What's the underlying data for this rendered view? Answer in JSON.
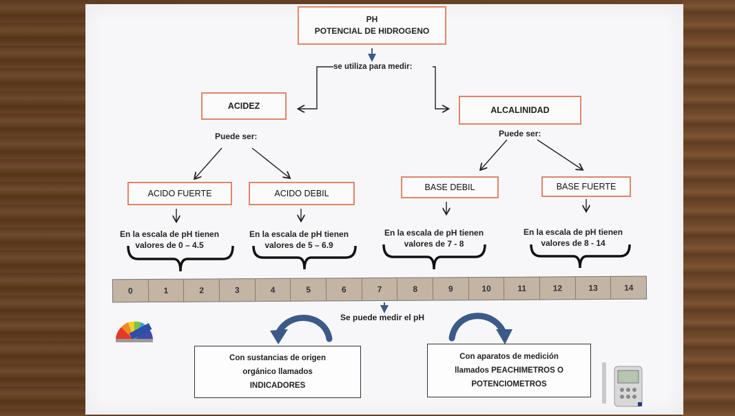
{
  "title": {
    "line1": "PH",
    "line2": "POTENCIAL DE HIDROGENO"
  },
  "uses_label": "se utiliza para medir:",
  "acidez": "ACIDEZ",
  "alcalinidad": "ALCALINIDAD",
  "puede_ser_left": "Puede ser:",
  "puede_ser_right": "Puede ser:",
  "categories": {
    "acido_fuerte": "ACIDO FUERTE",
    "acido_debil": "ACIDO DEBIL",
    "base_debil": "BASE DEBIL",
    "base_fuerte": "BASE FUERTE"
  },
  "descriptions": {
    "acido_fuerte": {
      "line1": "En la escala de pH tienen",
      "line2": "valores de 0 – 4.5"
    },
    "acido_debil": {
      "line1": "En la escala de pH tienen",
      "line2": "valores de 5 – 6.9"
    },
    "base_debil": {
      "line1": "En la escala de pH tienen",
      "line2": "valores de 7 - 8"
    },
    "base_fuerte": {
      "line1": "En la escala de pH tienen",
      "line2": "valores de 8 - 14"
    }
  },
  "scale": [
    "0",
    "1",
    "2",
    "3",
    "4",
    "5",
    "6",
    "7",
    "8",
    "9",
    "10",
    "11",
    "12",
    "13",
    "14"
  ],
  "measure_label": "Se puede medir el pH",
  "indicators_box": {
    "line1": "Con sustancias de origen",
    "line2": "orgánico llamados",
    "line3": "INDICADORES"
  },
  "devices_box": {
    "line1": "Con aparatos de medición",
    "line2": "llamados PEACHIMETROS O",
    "line3": "POTENCIOMETROS"
  },
  "colors": {
    "box_border": "#e0846a",
    "curve_arrow": "#3c5a88",
    "scale_fill": "#c3b4a4"
  }
}
